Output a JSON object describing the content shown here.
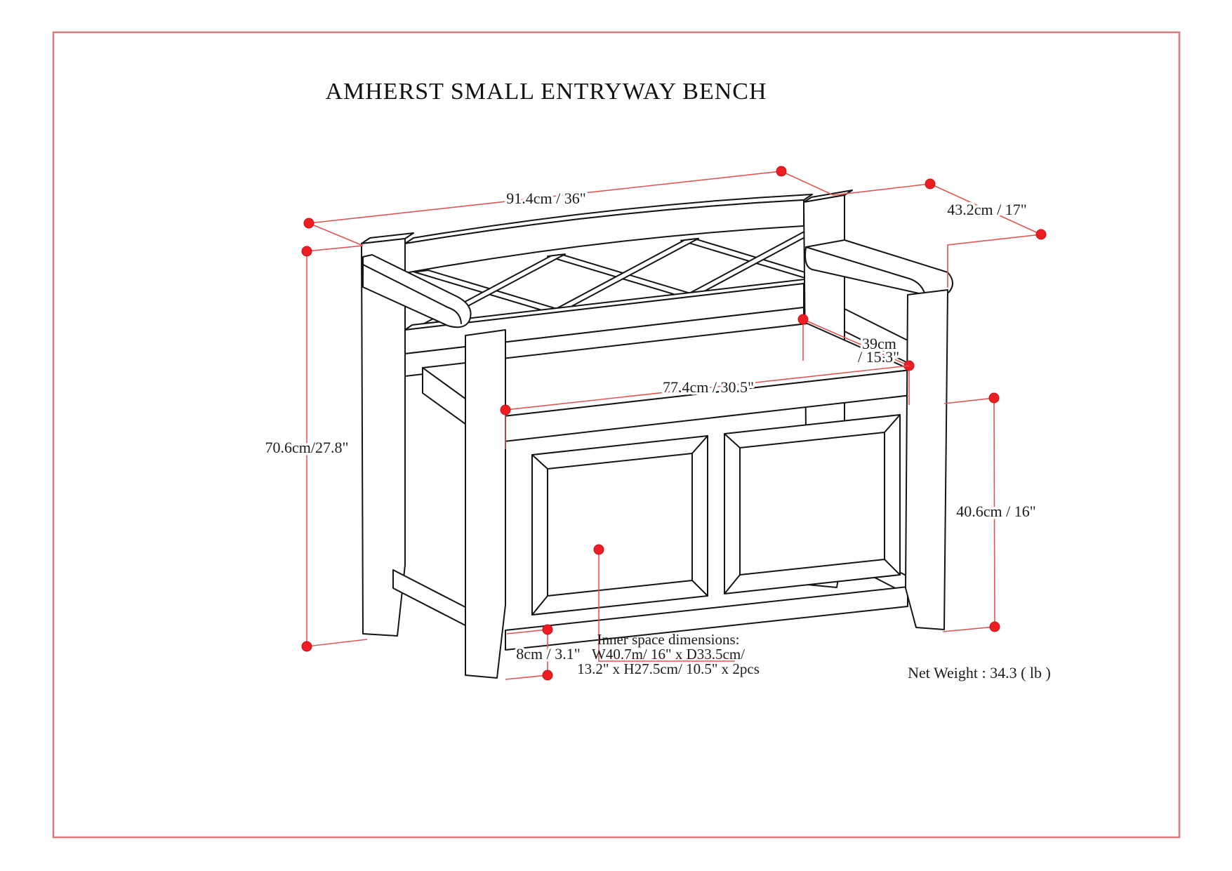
{
  "page": {
    "title": "AMHERST SMALL ENTRYWAY BENCH",
    "net_weight": "Net Weight : 34.3 ( lb )"
  },
  "dimensions": {
    "overall_width": "91.4cm / 36\"",
    "overall_depth": "43.2cm / 17\"",
    "overall_height": "70.6cm/27.8\"",
    "seat_depth_line1": "39cm",
    "seat_depth_line2": "/ 15.3\"",
    "seat_width": "77.4cm / 30.5\"",
    "seat_height": "40.6cm / 16\"",
    "ground_clearance": "8cm / 3.1\"",
    "inner_space": [
      "Inner space dimensions:",
      "W40.7m/ 16\" x D33.5cm/",
      "13.2\" x H27.5cm/ 10.5\" x 2pcs"
    ]
  },
  "colors": {
    "page_border": "#d9787d",
    "dimension_line": "#e25555",
    "dimension_dot": "#ee1d23",
    "drawing_ink": "#141414",
    "text": "#1c1c1c",
    "background": "#ffffff"
  }
}
